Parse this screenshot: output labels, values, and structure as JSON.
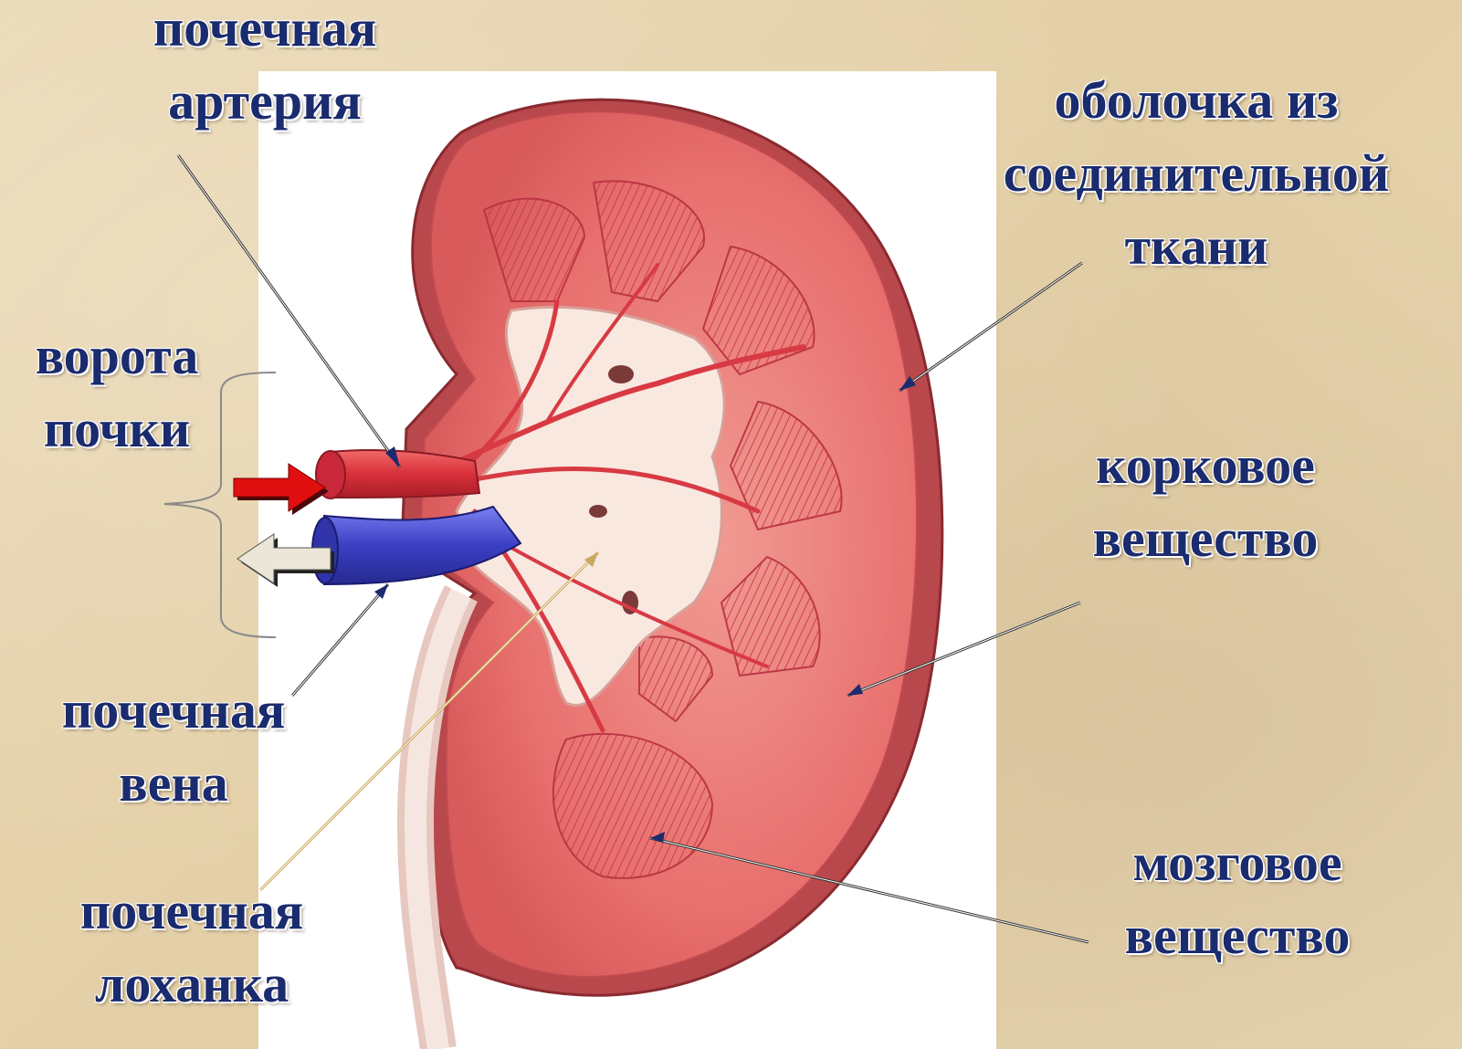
{
  "labels": {
    "renal_artery": [
      "почечная",
      "артерия"
    ],
    "renal_hilum": [
      "ворота",
      "почки"
    ],
    "renal_vein": [
      "почечная",
      "вена"
    ],
    "renal_pelvis": [
      "почечная",
      "лоханка"
    ],
    "capsule": [
      "оболочка из",
      "соединительной",
      "ткани"
    ],
    "cortex": [
      "корковое",
      "вещество"
    ],
    "medulla": [
      "мозговое",
      "вещество"
    ]
  },
  "colors": {
    "label_text": "#1a2b6e",
    "background": "#e8d6b2",
    "artery": "#d8303a",
    "vein": "#3b3fc4",
    "kidney_tissue": "#e8706e",
    "pelvis": "#f8e8e0",
    "arrow_in": "#e01010",
    "arrow_out": "#ece6d8"
  }
}
